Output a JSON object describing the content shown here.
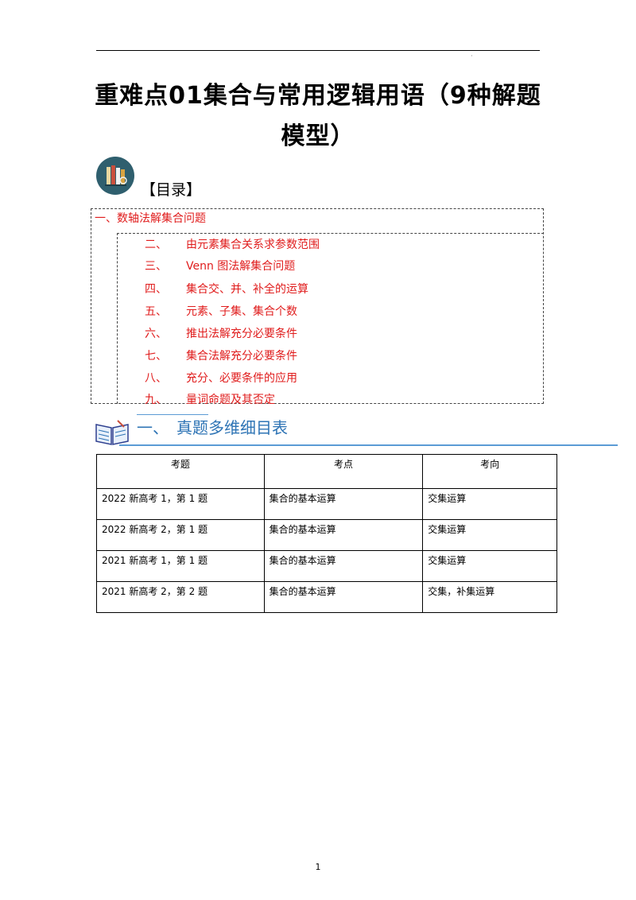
{
  "header": {
    "mark": "·"
  },
  "title": {
    "line1": "重难点01集合与常用逻辑用语（9种解题",
    "line2": "模型）"
  },
  "toc": {
    "heading": "【目录】",
    "first_item": "一、数轴法解集合问题",
    "items": [
      {
        "num": "二、",
        "label": "由元素集合关系求参数范围"
      },
      {
        "num": "三、",
        "label": "Venn 图法解集合问题"
      },
      {
        "num": "四、",
        "label": "集合交、并、补全的运算"
      },
      {
        "num": "五、",
        "label": "元素、子集、集合个数"
      },
      {
        "num": "六、",
        "label": "推出法解充分必要条件"
      },
      {
        "num": "七、",
        "label": "集合法解充分必要条件"
      },
      {
        "num": "八、",
        "label": "充分、必要条件的应用"
      },
      {
        "num": "九、",
        "label": "量词命题及其否定"
      }
    ]
  },
  "section": {
    "num": "一、",
    "title": "真题多维细目表"
  },
  "table": {
    "headers": [
      "考题",
      "考点",
      "考向"
    ],
    "rows": [
      [
        "2022 新高考 1，第 1 题",
        "集合的基本运算",
        "交集运算"
      ],
      [
        "2022 新高考 2，第 1 题",
        "集合的基本运算",
        "交集运算"
      ],
      [
        "2021 新高考 1，第 1 题",
        "集合的基本运算",
        "交集运算"
      ],
      [
        "2021 新高考 2，第 2 题",
        "集合的基本运算",
        "交集，补集运算"
      ]
    ]
  },
  "footer": {
    "page": "1"
  },
  "colors": {
    "toc_red": "#e01c1c",
    "section_blue": "#2e74b5",
    "rule_blue": "#5b9bd5"
  }
}
